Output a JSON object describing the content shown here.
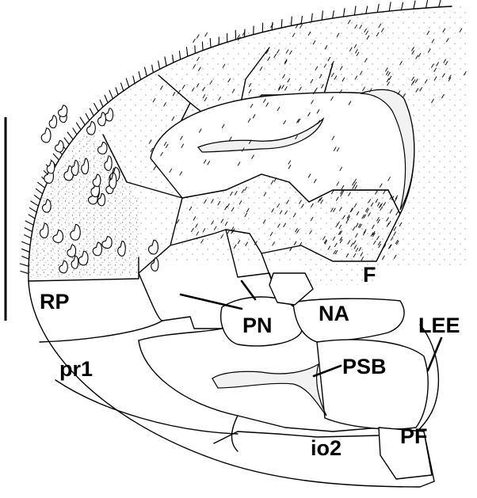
{
  "labels": {
    "rp": "RP",
    "pr1": "pr1",
    "pn": "PN",
    "na": "NA",
    "f": "F",
    "lee": "LEE",
    "psb": "PSB",
    "io2": "io2",
    "pf": "PF"
  }
}
